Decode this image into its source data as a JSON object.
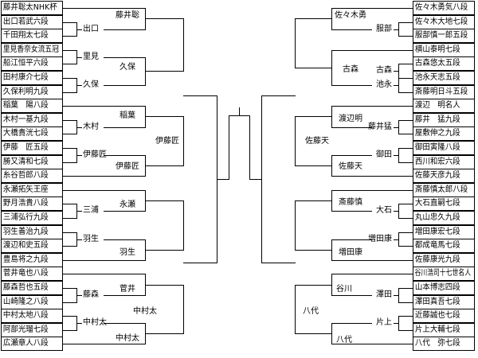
{
  "bracket": {
    "left_entries": [
      "藤井聡太NHK杯",
      "出口若武六段",
      "千田翔太七段",
      "里見香奈女流五冠",
      "船江恒平六段",
      "田村康介七段",
      "久保利明九段",
      "稲葉　陽八段",
      "木村一基九段",
      "大橋貴洸七段",
      "伊藤　匠五段",
      "勝又清和七段",
      "糸谷哲郎八段",
      "永瀬拓矢王座",
      "野月浩貴八段",
      "三浦弘行九段",
      "羽生善治九段",
      "渡辺和史五段",
      "豊島将之九段",
      "菅井竜也八段",
      "藤森哲也五段",
      "山崎隆之八段",
      "中村太地八段",
      "阿部光瑠七段",
      "広瀬章人八段"
    ],
    "right_entries": [
      "佐々木勇気八段",
      "佐々木大地七段",
      "服部慎一郎五段",
      "横山泰明七段",
      "古森悠太五段",
      "池永天志五段",
      "斎藤明日斗五段",
      "渡辺　明名人",
      "藤井　猛九段",
      "屋敷伸之九段",
      "御田寅隆八段",
      "西川和宏六段",
      "佐藤天彦九段",
      "斎藤慎太郎八段",
      "大石直嗣七段",
      "丸山忠久九段",
      "増田康宏七段",
      "都成竜馬七段",
      "佐藤康光九段",
      "谷川浩司十七世名人",
      "山本博志四段",
      "澤田真吾七段",
      "近藤誠也七段",
      "片上大輔七段",
      "八代　弥七段"
    ],
    "left_round1": [
      "出口",
      "里見",
      "久保",
      "木村",
      "伊藤匠",
      "三浦",
      "羽生",
      "藤森",
      "中村太"
    ],
    "left_round2": [
      "藤井聡",
      "久保",
      "稲葉",
      "伊藤匠",
      "永瀬",
      "羽生",
      "菅井",
      "中村太"
    ],
    "left_round3": [
      "伊藤匠",
      "中村太"
    ],
    "right_round1": [
      "服部",
      "古森",
      "池永",
      "藤井猛",
      "御田",
      "大石",
      "増田康",
      "澤田",
      "片上"
    ],
    "right_round2": [
      "佐々木勇",
      "古森",
      "渡辺明",
      "佐藤天",
      "斎藤慎",
      "増田康",
      "谷川",
      "八代"
    ],
    "right_round3": [
      "佐藤天",
      "八代"
    ]
  }
}
